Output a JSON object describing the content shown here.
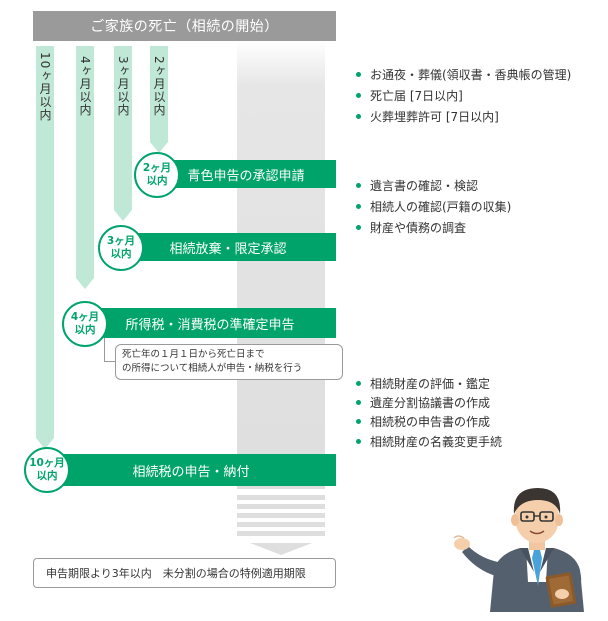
{
  "header": {
    "title": "ご家族の死亡（相続の開始）"
  },
  "periods": [
    {
      "label": "10ヶ月以内"
    },
    {
      "label": "4ヶ月以内"
    },
    {
      "label": "3ヶ月以内"
    },
    {
      "label": "2ヶ月以内"
    }
  ],
  "badges": {
    "b2": {
      "num": "2ヶ月",
      "unit": "以内"
    },
    "b3": {
      "num": "3ヶ月",
      "unit": "以内"
    },
    "b4": {
      "num": "4ヶ月",
      "unit": "以内"
    },
    "b10": {
      "num": "10ヶ月",
      "unit": "以内"
    }
  },
  "steps": {
    "s2": "青色申告の承認申請",
    "s3": "相続放棄・限定承認",
    "s4": "所得税・消費税の準確定申告",
    "s10": "相続税の申告・納付"
  },
  "note": {
    "line1": "死亡年の１月１日から死亡日まで",
    "line2": "の所得について相続人が申告・納税を行う"
  },
  "checklists": {
    "group1": [
      "お通夜・葬儀(領収書・香典帳の管理)",
      "死亡届 [7日以内]",
      "火葬埋葬許可 [7日以内]"
    ],
    "group2": [
      "遺言書の確認・検認",
      "相続人の確認(戸籍の収集)",
      "財産や債務の調査"
    ],
    "group3": [
      "相続財産の評価・鑑定",
      "遺産分割協議書の作成",
      "相続税の申告書の作成",
      "相続財産の名義変更手続"
    ]
  },
  "footer": {
    "text": "申告期限より3年以内　未分割の場合の特例適用期限"
  },
  "colors": {
    "accent": "#00a46b",
    "light_accent": "#bfe8d6",
    "header_gray": "#9a9a9a"
  }
}
